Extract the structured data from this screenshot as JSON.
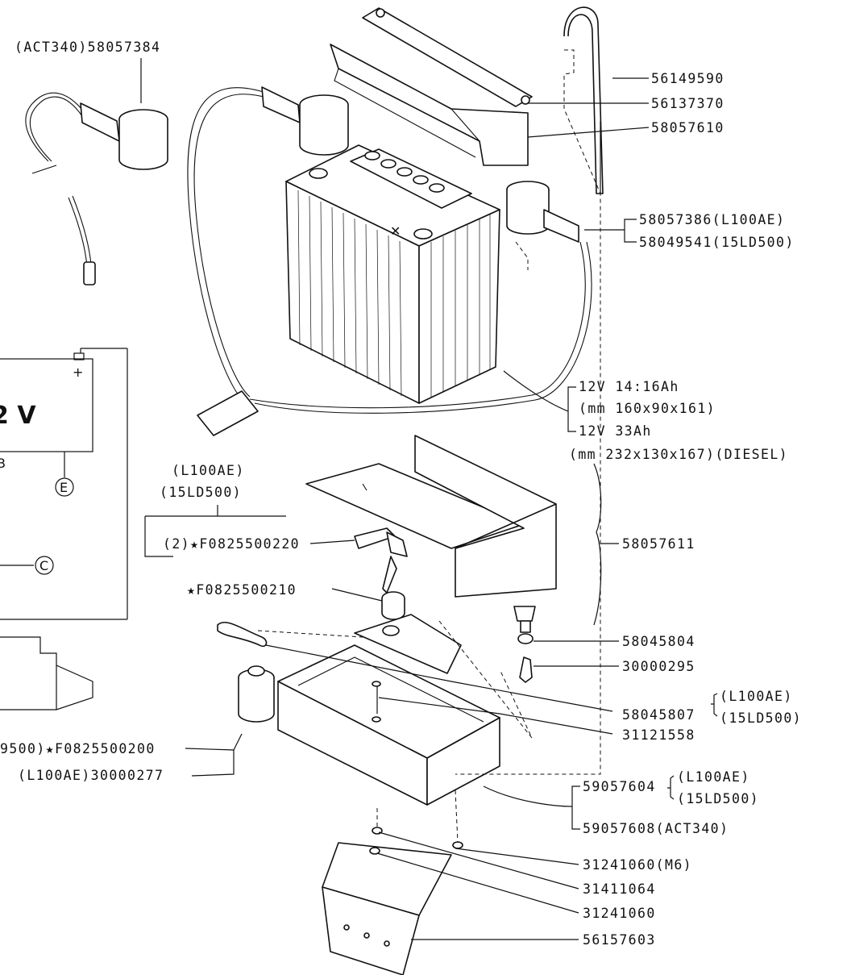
{
  "parts": {
    "cable_negative": "(ACT340)58057384",
    "rod": "56149590",
    "strap": "56137370",
    "cover": "58057610",
    "cable_positive_l100": "58057386(L100AE)",
    "cable_positive_15ld": "58049541(15LD500)",
    "battery_small_spec": "12V 14:16Ah",
    "battery_small_dims": "(mm 160x90x161)",
    "battery_large_spec": "12V 33Ah",
    "battery_large_dims": "(mm 232x130x167)(DIESEL)",
    "pad_set": "58057611",
    "model_l100": "(L100AE)",
    "model_15ld": "(15LD500)",
    "key_switch": "(2)★F0825500220",
    "key_nut": "★F0825500210",
    "fuse_holder": "58045804",
    "fuse": "30000295",
    "bracket_clip": "58045807",
    "bracket_l100": "(L100AE)",
    "bracket_15ld": "(15LD500)",
    "screw": "31121558",
    "socket_15ld": "9500)★F0825500200",
    "socket_l100": "(L100AE)30000277",
    "tray": "59057604",
    "tray_l100": "(L100AE)",
    "tray_15ld": "(15LD500)",
    "tray_act340": "59057608(ACT340)",
    "bolt_m6": "31241060(M6)",
    "washer": "31411064",
    "bolt": "31241060",
    "support_plate": "56157603"
  },
  "schematic": {
    "voltage": "2 V",
    "plus": "+",
    "terminal_e": "E",
    "terminal_c": "C",
    "terminal_b": "B"
  }
}
